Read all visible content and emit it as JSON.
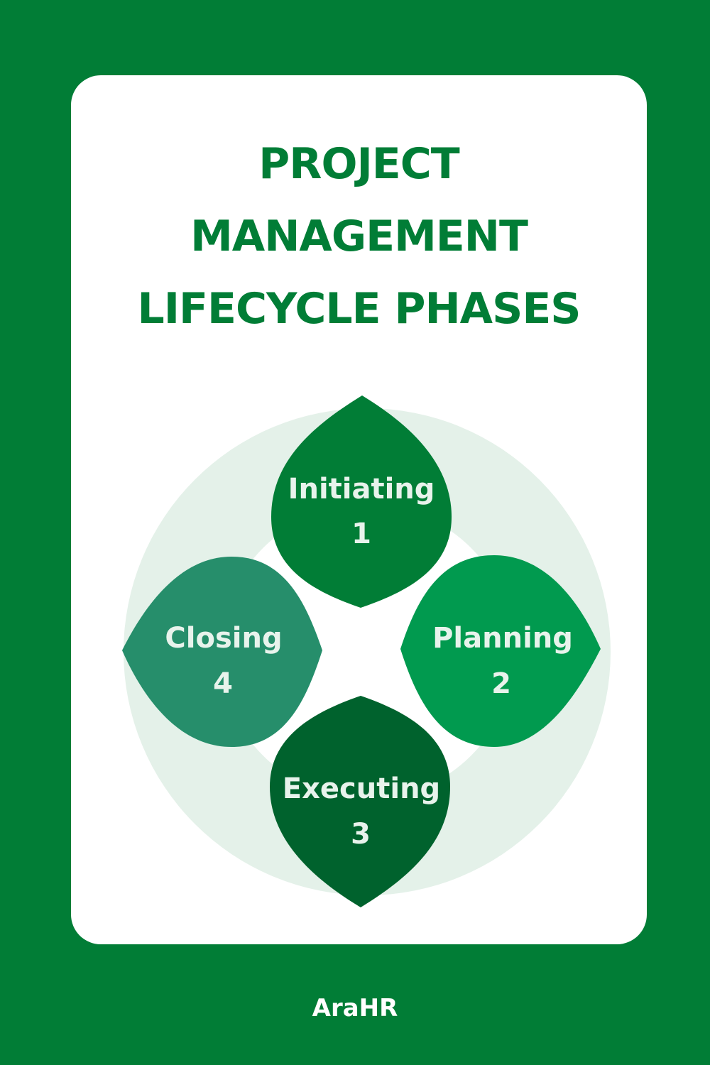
{
  "title": {
    "line1": "PROJECT",
    "line2": "MANAGEMENT",
    "line3": "LIFECYCLE PHASES"
  },
  "phases": [
    {
      "name": "Initiating",
      "number": "1",
      "color": "#017d36"
    },
    {
      "name": "Planning",
      "number": "2",
      "color": "#019a4f"
    },
    {
      "name": "Executing",
      "number": "3",
      "color": "#00622d"
    },
    {
      "name": "Closing",
      "number": "4",
      "color": "#1f8a66"
    }
  ],
  "colors": {
    "background": "#017d36",
    "card": "#ffffff",
    "ring": "#e4f1e9",
    "title": "#017d36",
    "label": "#e8f3ec"
  },
  "footer": {
    "brand": "AraHR"
  }
}
